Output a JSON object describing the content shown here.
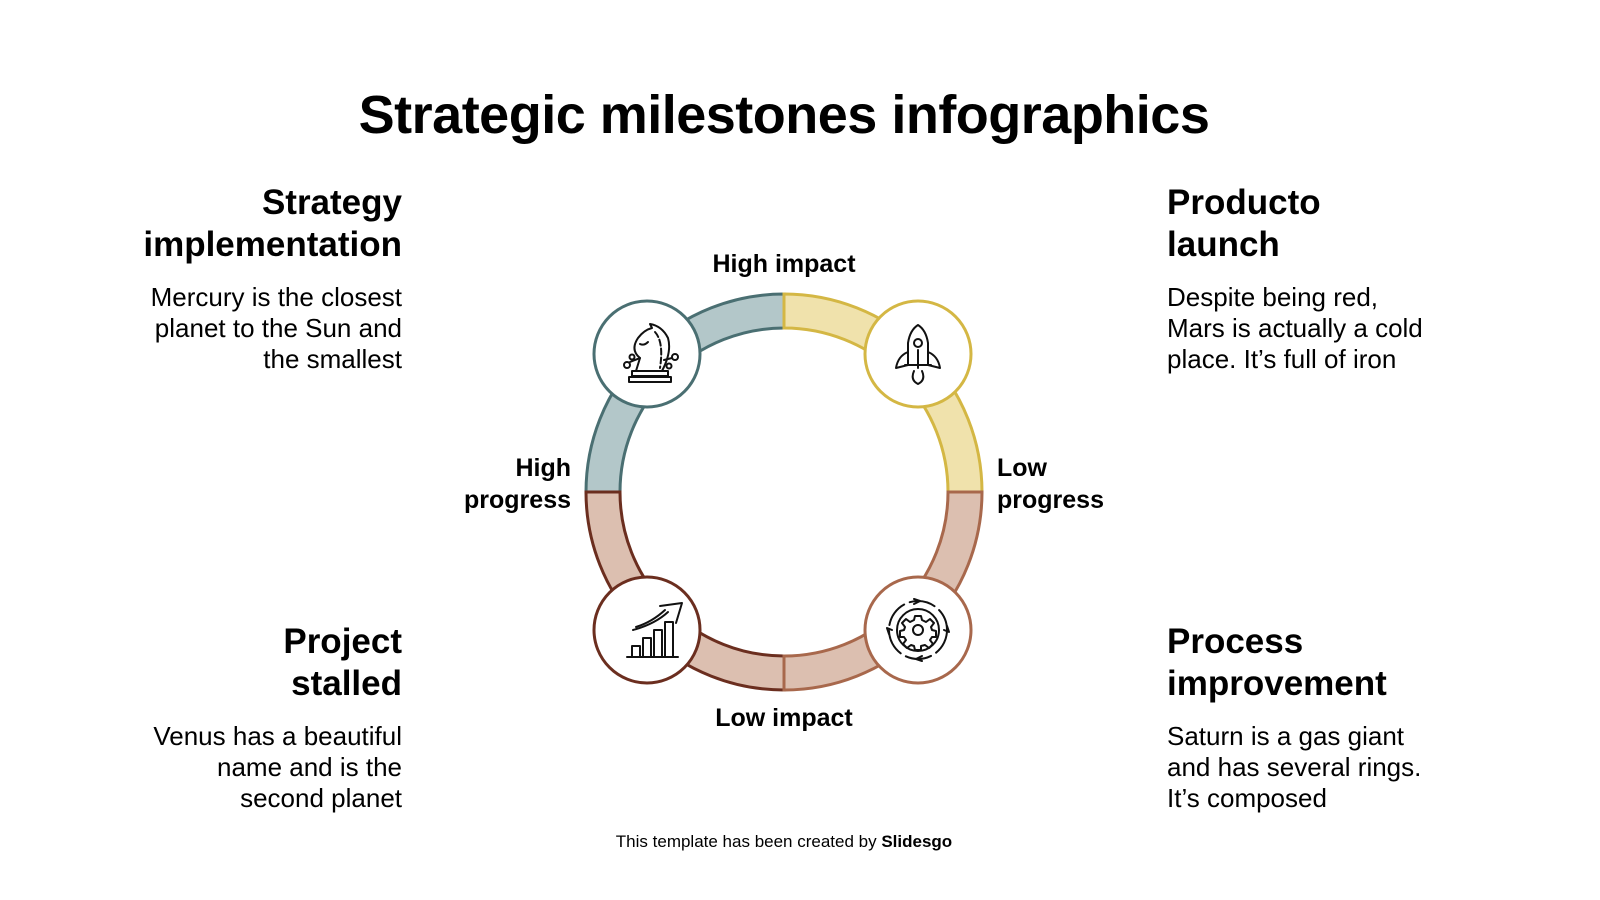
{
  "title": "Strategic milestones infographics",
  "blocks": [
    {
      "position": "top-left",
      "title_line1": "Strategy",
      "title_line2": "implementation",
      "text_lines": [
        "Mercury is the closest",
        "planet to the Sun and",
        "the smallest"
      ],
      "icon": "chess-knight-icon",
      "color": "#4a6f72",
      "fill": "#b3c7c9"
    },
    {
      "position": "top-right",
      "title_line1": "Producto",
      "title_line2": "launch",
      "text_lines": [
        "Despite being red,",
        "Mars is actually a cold",
        "place. It’s full of iron"
      ],
      "icon": "rocket-icon",
      "color": "#d4b744",
      "fill": "#f0e2ac"
    },
    {
      "position": "bottom-left",
      "title_line1": "Project",
      "title_line2": "stalled",
      "text_lines": [
        "Venus has a beautiful",
        "name and is the",
        "second planet"
      ],
      "icon": "growth-chart-icon",
      "color": "#6b2e1f",
      "fill": "#dcbfb0"
    },
    {
      "position": "bottom-right",
      "title_line1": "Process",
      "title_line2": "improvement",
      "text_lines": [
        "Saturn is a gas giant",
        "and has several rings.",
        "It’s composed"
      ],
      "icon": "gear-cycle-icon",
      "color": "#a8684c",
      "fill": "#dcbfb0"
    }
  ],
  "axes": {
    "top": "High impact",
    "bottom": "Low impact",
    "left_line1": "High",
    "left_line2": "progress",
    "right_line1": "Low",
    "right_line2": "progress"
  },
  "footer": {
    "prefix": "This template has been created by ",
    "brand": "Slidesgo"
  }
}
